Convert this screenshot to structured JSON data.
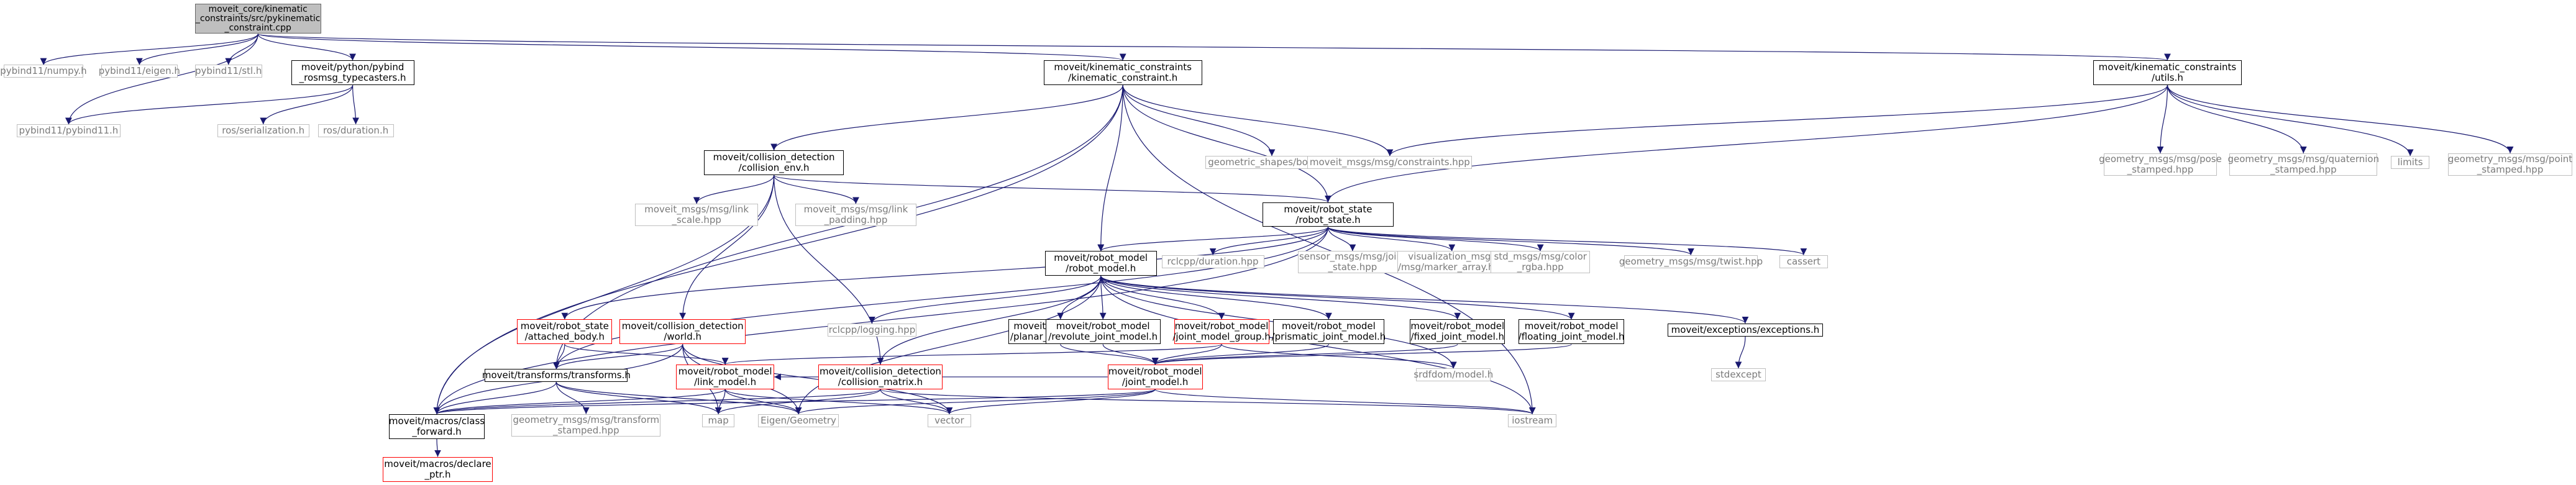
{
  "colors": {
    "edge": "#191970",
    "main_fill": "#bfbfbf",
    "black_border": "#000000",
    "red_border": "#ff0000",
    "grey_border": "#bfbfbf",
    "grey_text": "#7a7a7a"
  },
  "nodes": [
    {
      "id": "src",
      "style": "main",
      "lines": [
        "moveit_core/kinematic",
        "_constraints/src/pykinematic",
        "_constraint.cpp"
      ]
    },
    {
      "id": "numpy",
      "style": "grey",
      "lines": [
        "pybind11/numpy.h"
      ]
    },
    {
      "id": "eigen",
      "style": "grey",
      "lines": [
        "pybind11/eigen.h"
      ]
    },
    {
      "id": "stl",
      "style": "grey",
      "lines": [
        "pybind11/stl.h"
      ]
    },
    {
      "id": "rosmsg",
      "style": "black",
      "lines": [
        "moveit/python/pybind",
        "_rosmsg_typecasters.h"
      ]
    },
    {
      "id": "pybind",
      "style": "grey",
      "lines": [
        "pybind11/pybind11.h"
      ]
    },
    {
      "id": "rosser",
      "style": "grey",
      "lines": [
        "ros/serialization.h"
      ]
    },
    {
      "id": "rosdur",
      "style": "grey",
      "lines": [
        "ros/duration.h"
      ]
    },
    {
      "id": "kc",
      "style": "black",
      "lines": [
        "moveit/kinematic_constraints",
        "/kinematic_constraint.h"
      ]
    },
    {
      "id": "kcutils",
      "style": "black",
      "lines": [
        "moveit/kinematic_constraints",
        "/utils.h"
      ]
    },
    {
      "id": "collenv",
      "style": "black",
      "lines": [
        "moveit/collision_detection",
        "/collision_env.h"
      ]
    },
    {
      "id": "geomshapes",
      "style": "grey",
      "lines": [
        "geometric_shapes/bodies.h"
      ]
    },
    {
      "id": "constraintshpp",
      "style": "grey",
      "lines": [
        "moveit_msgs/msg/constraints.hpp"
      ]
    },
    {
      "id": "posest",
      "style": "grey",
      "lines": [
        "geometry_msgs/msg/pose",
        "_stamped.hpp"
      ]
    },
    {
      "id": "quatst",
      "style": "grey",
      "lines": [
        "geometry_msgs/msg/quaternion",
        "_stamped.hpp"
      ]
    },
    {
      "id": "limits",
      "style": "grey",
      "lines": [
        "limits"
      ]
    },
    {
      "id": "pointst",
      "style": "grey",
      "lines": [
        "geometry_msgs/msg/point",
        "_stamped.hpp"
      ]
    },
    {
      "id": "linkscale",
      "style": "grey",
      "lines": [
        "moveit_msgs/msg/link",
        "_scale.hpp"
      ]
    },
    {
      "id": "linkpad",
      "style": "grey",
      "lines": [
        "moveit_msgs/msg/link",
        "_padding.hpp"
      ]
    },
    {
      "id": "robotstate",
      "style": "black",
      "lines": [
        "moveit/robot_state",
        "/robot_state.h"
      ]
    },
    {
      "id": "rclcppdur",
      "style": "grey",
      "lines": [
        "rclcpp/duration.hpp"
      ]
    },
    {
      "id": "jointstate",
      "style": "grey",
      "lines": [
        "sensor_msgs/msg/joint",
        "_state.hpp"
      ]
    },
    {
      "id": "markerarr",
      "style": "grey",
      "lines": [
        "visualization_msgs",
        "/msg/marker_array.hpp"
      ]
    },
    {
      "id": "colorrgba",
      "style": "grey",
      "lines": [
        "std_msgs/msg/color",
        "_rgba.hpp"
      ]
    },
    {
      "id": "twist",
      "style": "grey",
      "lines": [
        "geometry_msgs/msg/twist.hpp"
      ]
    },
    {
      "id": "cassert",
      "style": "grey",
      "lines": [
        "cassert"
      ]
    },
    {
      "id": "robotmodel",
      "style": "black",
      "lines": [
        "moveit/robot_model",
        "/robot_model.h"
      ]
    },
    {
      "id": "attached",
      "style": "red",
      "lines": [
        "moveit/robot_state",
        "/attached_body.h"
      ]
    },
    {
      "id": "world",
      "style": "red",
      "lines": [
        "moveit/collision_detection",
        "/world.h"
      ]
    },
    {
      "id": "rclcpplog",
      "style": "grey",
      "lines": [
        "rclcpp/logging.hpp"
      ]
    },
    {
      "id": "planarjm",
      "style": "black",
      "lines": [
        "moveit/robot_model",
        "/planar_joint_model.h"
      ]
    },
    {
      "id": "revolutejm",
      "style": "black",
      "lines": [
        "moveit/robot_model",
        "/revolute_joint_model.h"
      ]
    },
    {
      "id": "jmgroup",
      "style": "red",
      "lines": [
        "moveit/robot_model",
        "/joint_model_group.h"
      ]
    },
    {
      "id": "prismaticjm",
      "style": "black",
      "lines": [
        "moveit/robot_model",
        "/prismatic_joint_model.h"
      ]
    },
    {
      "id": "fixedjm",
      "style": "black",
      "lines": [
        "moveit/robot_model",
        "/fixed_joint_model.h"
      ]
    },
    {
      "id": "floatingjm",
      "style": "black",
      "lines": [
        "moveit/robot_model",
        "/floating_joint_model.h"
      ]
    },
    {
      "id": "exceptions",
      "style": "black",
      "lines": [
        "moveit/exceptions/exceptions.h"
      ]
    },
    {
      "id": "transforms",
      "style": "black",
      "lines": [
        "moveit/transforms/transforms.h"
      ]
    },
    {
      "id": "linkmodel",
      "style": "red",
      "lines": [
        "moveit/robot_model",
        "/link_model.h"
      ]
    },
    {
      "id": "collmatrix",
      "style": "red",
      "lines": [
        "moveit/collision_detection",
        "/collision_matrix.h"
      ]
    },
    {
      "id": "jointmodel",
      "style": "red",
      "lines": [
        "moveit/robot_model",
        "/joint_model.h"
      ]
    },
    {
      "id": "srdfdom",
      "style": "grey",
      "lines": [
        "srdfdom/model.h"
      ]
    },
    {
      "id": "stdexcept",
      "style": "grey",
      "lines": [
        "stdexcept"
      ]
    },
    {
      "id": "classfwd",
      "style": "black",
      "lines": [
        "moveit/macros/class",
        "_forward.h"
      ]
    },
    {
      "id": "transformst",
      "style": "grey",
      "lines": [
        "geometry_msgs/msg/transform",
        "_stamped.hpp"
      ]
    },
    {
      "id": "map",
      "style": "grey",
      "lines": [
        "map"
      ]
    },
    {
      "id": "eigengeom",
      "style": "grey",
      "lines": [
        "Eigen/Geometry"
      ]
    },
    {
      "id": "vector",
      "style": "grey",
      "lines": [
        "vector"
      ]
    },
    {
      "id": "iostream",
      "style": "grey",
      "lines": [
        "iostream"
      ]
    },
    {
      "id": "declptr",
      "style": "red",
      "lines": [
        "moveit/macros/declare",
        "_ptr.h"
      ]
    }
  ],
  "edges": [
    [
      "src",
      "numpy"
    ],
    [
      "src",
      "eigen"
    ],
    [
      "src",
      "stl"
    ],
    [
      "src",
      "rosmsg"
    ],
    [
      "src",
      "pybind"
    ],
    [
      "src",
      "kc"
    ],
    [
      "src",
      "kcutils"
    ],
    [
      "rosmsg",
      "pybind"
    ],
    [
      "rosmsg",
      "rosser"
    ],
    [
      "rosmsg",
      "rosdur"
    ],
    [
      "kc",
      "collenv"
    ],
    [
      "kc",
      "geomshapes"
    ],
    [
      "kc",
      "constraintshpp"
    ],
    [
      "kc",
      "robotstate"
    ],
    [
      "kc",
      "robotmodel"
    ],
    [
      "kc",
      "transforms"
    ],
    [
      "kc",
      "classfwd"
    ],
    [
      "kc",
      "iostream"
    ],
    [
      "kcutils",
      "constraintshpp"
    ],
    [
      "kcutils",
      "posest"
    ],
    [
      "kcutils",
      "quatst"
    ],
    [
      "kcutils",
      "limits"
    ],
    [
      "kcutils",
      "pointst"
    ],
    [
      "kcutils",
      "robotstate"
    ],
    [
      "collenv",
      "linkscale"
    ],
    [
      "collenv",
      "linkpad"
    ],
    [
      "collenv",
      "robotstate"
    ],
    [
      "collenv",
      "world"
    ],
    [
      "collenv",
      "collmatrix"
    ],
    [
      "collenv",
      "classfwd"
    ],
    [
      "robotstate",
      "rclcppdur"
    ],
    [
      "robotstate",
      "jointstate"
    ],
    [
      "robotstate",
      "markerarr"
    ],
    [
      "robotstate",
      "colorrgba"
    ],
    [
      "robotstate",
      "twist"
    ],
    [
      "robotstate",
      "cassert"
    ],
    [
      "robotstate",
      "robotmodel"
    ],
    [
      "robotstate",
      "attached"
    ],
    [
      "robotstate",
      "transforms"
    ],
    [
      "robotstate",
      "classfwd"
    ],
    [
      "robotmodel",
      "rclcpplog"
    ],
    [
      "robotmodel",
      "planarjm"
    ],
    [
      "robotmodel",
      "revolutejm"
    ],
    [
      "robotmodel",
      "jmgroup"
    ],
    [
      "robotmodel",
      "prismaticjm"
    ],
    [
      "robotmodel",
      "fixedjm"
    ],
    [
      "robotmodel",
      "floatingjm"
    ],
    [
      "robotmodel",
      "exceptions"
    ],
    [
      "robotmodel",
      "collmatrix"
    ],
    [
      "robotmodel",
      "srdfdom"
    ],
    [
      "robotmodel",
      "iostream"
    ],
    [
      "robotmodel",
      "eigengeom"
    ],
    [
      "attached",
      "transforms"
    ],
    [
      "attached",
      "linkmodel"
    ],
    [
      "world",
      "transforms"
    ],
    [
      "world",
      "classfwd"
    ],
    [
      "world",
      "map"
    ],
    [
      "world",
      "eigengeom"
    ],
    [
      "world",
      "vector"
    ],
    [
      "planarjm",
      "jointmodel"
    ],
    [
      "revolutejm",
      "jointmodel"
    ],
    [
      "prismaticjm",
      "jointmodel"
    ],
    [
      "fixedjm",
      "jointmodel"
    ],
    [
      "floatingjm",
      "jointmodel"
    ],
    [
      "jmgroup",
      "jointmodel"
    ],
    [
      "jmgroup",
      "linkmodel"
    ],
    [
      "jmgroup",
      "srdfdom"
    ],
    [
      "exceptions",
      "stdexcept"
    ],
    [
      "transforms",
      "classfwd"
    ],
    [
      "transforms",
      "transformst"
    ],
    [
      "transforms",
      "map"
    ],
    [
      "transforms",
      "eigengeom"
    ],
    [
      "linkmodel",
      "classfwd"
    ],
    [
      "linkmodel",
      "map"
    ],
    [
      "linkmodel",
      "eigengeom"
    ],
    [
      "linkmodel",
      "vector"
    ],
    [
      "collmatrix",
      "classfwd"
    ],
    [
      "collmatrix",
      "map"
    ],
    [
      "collmatrix",
      "vector"
    ],
    [
      "collmatrix",
      "iostream"
    ],
    [
      "jointmodel",
      "classfwd"
    ],
    [
      "jointmodel",
      "eigengeom"
    ],
    [
      "jointmodel",
      "vector"
    ],
    [
      "jointmodel",
      "iostream"
    ],
    [
      "jointmodel",
      "linkmodel"
    ],
    [
      "classfwd",
      "declptr"
    ]
  ]
}
